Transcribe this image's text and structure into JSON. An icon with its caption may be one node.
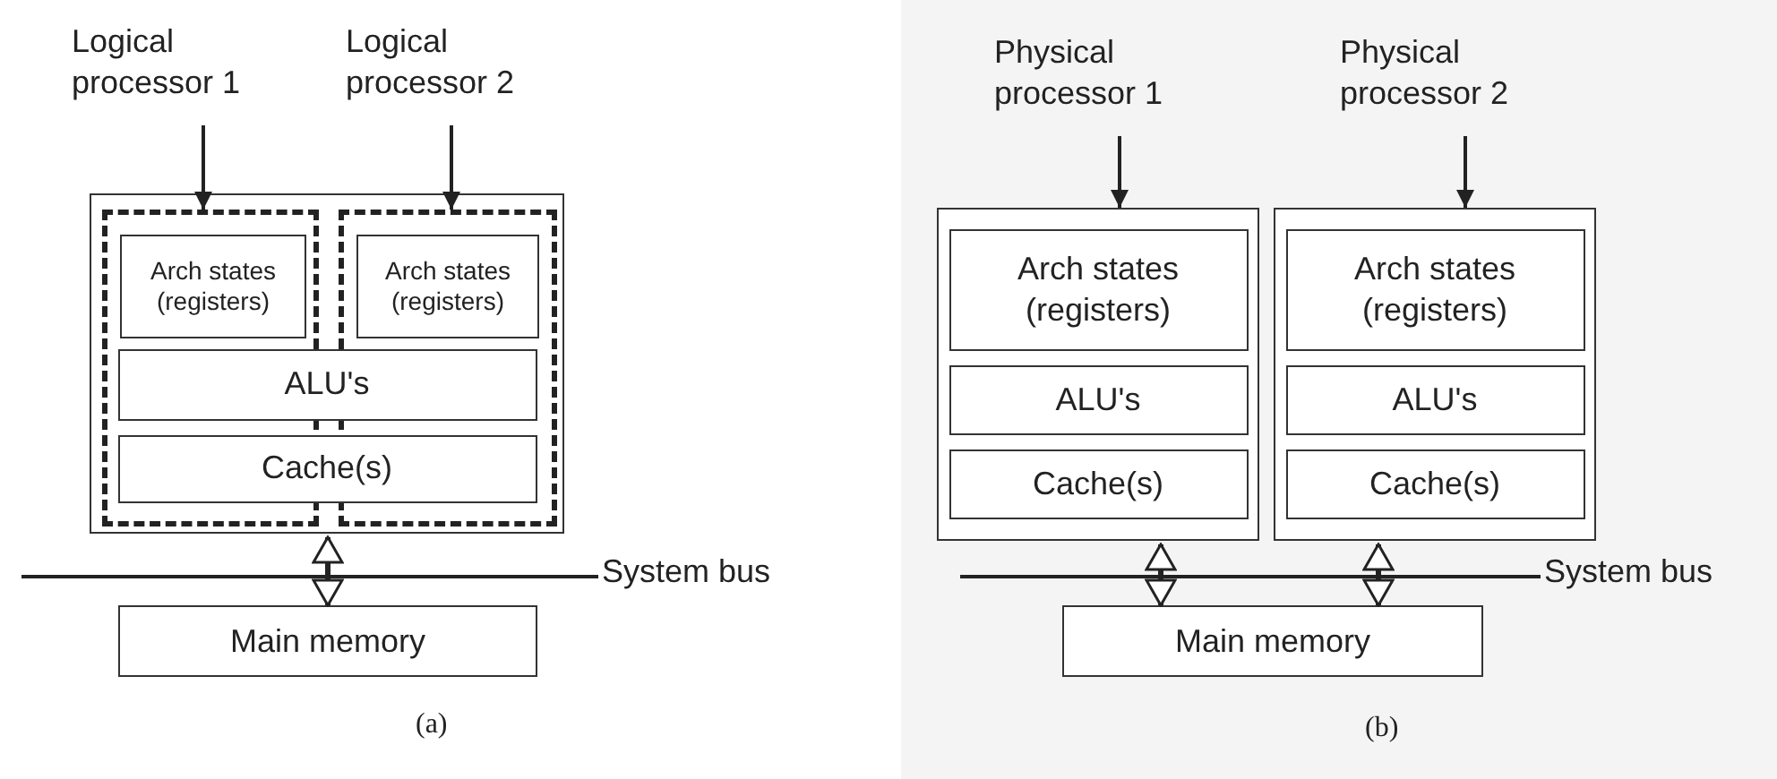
{
  "diagram": {
    "nodes": [
      {
        "text": [
          "Logical processor 1"
        ]
      },
      {
        "text": [
          "Logical processor 2"
        ]
      },
      {
        "text": [],
        "shape": "box"
      },
      {
        "text": [],
        "shape": "box",
        "in": 2
      },
      {
        "text": [],
        "shape": "box",
        "in": 2
      },
      {
        "text": [
          "Arch states (registers)"
        ],
        "in": 3
      },
      {
        "text": [
          "Arch states (registers)"
        ],
        "in": 4
      },
      {
        "text": [
          "ALU's"
        ],
        "in": 2
      },
      {
        "text": [
          "Cache(s)"
        ],
        "in": 2
      },
      {
        "text": [
          "System bus"
        ]
      },
      {
        "text": [
          "Main memory"
        ]
      },
      {
        "text": [
          "Physical processor 1"
        ]
      },
      {
        "text": [
          "Physical processor 2"
        ]
      },
      {
        "text": [],
        "shape": "box"
      },
      {
        "text": [],
        "shape": "box"
      },
      {
        "text": [
          "Arch states (registers)"
        ],
        "in": 13
      },
      {
        "text": [
          "ALU's"
        ],
        "in": 13
      },
      {
        "text": [
          "Cache(s)"
        ],
        "in": 13
      },
      {
        "text": [
          "Arch states (registers)"
        ],
        "in": 14
      },
      {
        "text": [
          "ALU's"
        ],
        "in": 14
      },
      {
        "text": [
          "Cache(s)"
        ],
        "in": 14
      },
      {
        "text": [
          "System bus"
        ]
      },
      {
        "text": [
          "Main memory"
        ]
      }
    ],
    "edges": [
      {
        "from": 0,
        "to": 3,
        "arrow": "to"
      },
      {
        "from": 1,
        "to": 4,
        "arrow": "to"
      },
      {
        "from": 2,
        "to": 10,
        "arrow": "both"
      },
      {
        "from": 11,
        "to": 13,
        "arrow": "to"
      },
      {
        "from": 12,
        "to": 14,
        "arrow": "to"
      },
      {
        "from": 13,
        "to": 22,
        "arrow": "both"
      },
      {
        "from": 14,
        "to": 22,
        "arrow": "both"
      }
    ],
    "labels": [
      "(a)",
      "(b)"
    ]
  }
}
